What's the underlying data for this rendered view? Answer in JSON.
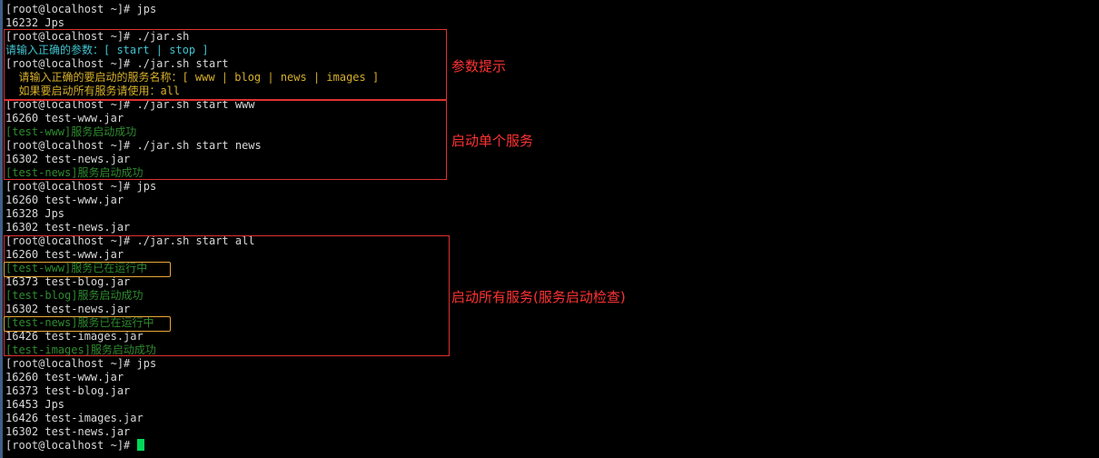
{
  "terminal": {
    "lines": [
      {
        "text": "[root@localhost ~]# jps",
        "style": "prompt"
      },
      {
        "text": "16232 Jps",
        "style": "plain"
      },
      {
        "text": "[root@localhost ~]# ./jar.sh",
        "style": "prompt"
      },
      {
        "text": "请输入正确的参数：[ start | stop ]",
        "style": "cyan"
      },
      {
        "text": "[root@localhost ~]# ./jar.sh start",
        "style": "prompt"
      },
      {
        "text": "  请输入正确的要启动的服务名称：[ www | blog | news | images ]",
        "style": "yellow"
      },
      {
        "text": "  如果要启动所有服务请使用：all",
        "style": "yellow"
      },
      {
        "text": "[root@localhost ~]# ./jar.sh start www",
        "style": "prompt"
      },
      {
        "text": "16260 test-www.jar",
        "style": "plain"
      },
      {
        "text": "[test-www]服务启动成功",
        "style": "green"
      },
      {
        "text": "[root@localhost ~]# ./jar.sh start news",
        "style": "prompt"
      },
      {
        "text": "16302 test-news.jar",
        "style": "plain"
      },
      {
        "text": "[test-news]服务启动成功",
        "style": "green"
      },
      {
        "text": "[root@localhost ~]# jps",
        "style": "prompt"
      },
      {
        "text": "16260 test-www.jar",
        "style": "plain"
      },
      {
        "text": "16328 Jps",
        "style": "plain"
      },
      {
        "text": "16302 test-news.jar",
        "style": "plain"
      },
      {
        "text": "[root@localhost ~]# ./jar.sh start all",
        "style": "prompt"
      },
      {
        "text": "16260 test-www.jar",
        "style": "plain"
      },
      {
        "text": "[test-www]服务已在运行中",
        "style": "green"
      },
      {
        "text": "16373 test-blog.jar",
        "style": "plain"
      },
      {
        "text": "[test-blog]服务启动成功",
        "style": "green"
      },
      {
        "text": "16302 test-news.jar",
        "style": "plain"
      },
      {
        "text": "[test-news]服务已在运行中",
        "style": "green"
      },
      {
        "text": "16426 test-images.jar",
        "style": "plain"
      },
      {
        "text": "[test-images]服务启动成功",
        "style": "green"
      },
      {
        "text": "[root@localhost ~]# jps",
        "style": "prompt"
      },
      {
        "text": "16260 test-www.jar",
        "style": "plain"
      },
      {
        "text": "16373 test-blog.jar",
        "style": "plain"
      },
      {
        "text": "16453 Jps",
        "style": "plain"
      },
      {
        "text": "16426 test-images.jar",
        "style": "plain"
      },
      {
        "text": "16302 test-news.jar",
        "style": "plain"
      },
      {
        "text": "[root@localhost ~]# ",
        "style": "prompt",
        "cursor": true
      }
    ]
  },
  "annotations": {
    "param_hint": "参数提示",
    "start_single": "启动单个服务",
    "start_all": "启动所有服务(服务启动检查)"
  },
  "colors": {
    "background": "#000000",
    "text": "#d8d8d8",
    "cyan": "#3fc4cf",
    "yellow": "#d6b02a",
    "green": "#2e8b2e",
    "cursor": "#00d85a",
    "annotation_box": "#e03030",
    "highlight_box": "#e8a838",
    "annotation_text": "#ff3232"
  }
}
